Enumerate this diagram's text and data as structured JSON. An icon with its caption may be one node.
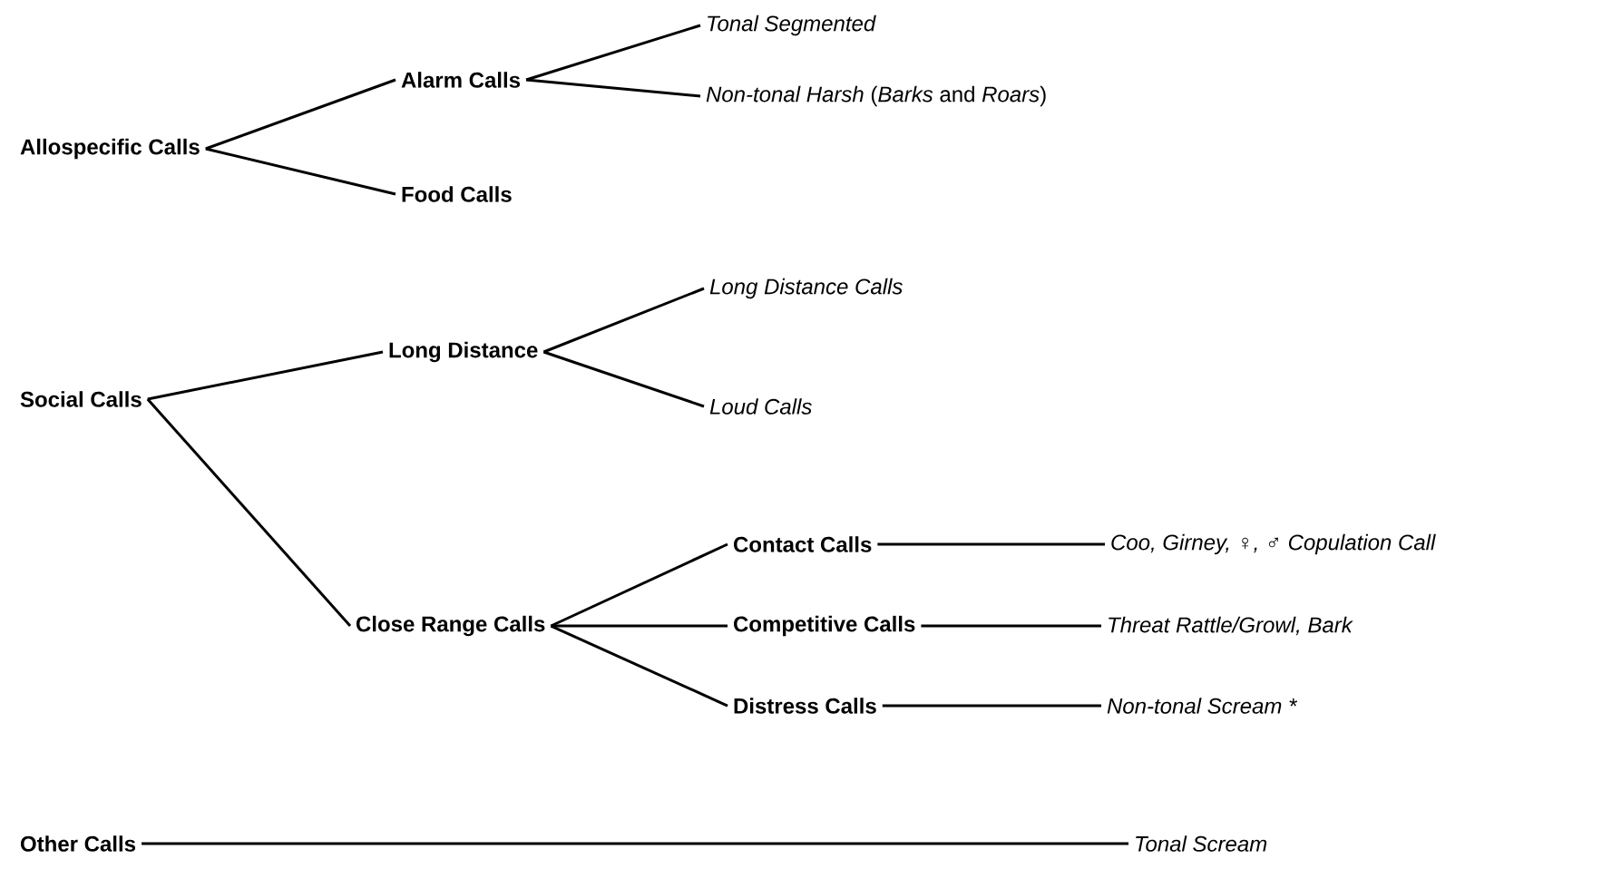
{
  "diagram": {
    "nodes": [
      {
        "text": [
          "Allospecific Calls"
        ]
      },
      {
        "text": [
          "Alarm Calls"
        ]
      },
      {
        "text": [
          "Food Calls"
        ]
      },
      {
        "text": [
          "Tonal Segmented"
        ]
      },
      {
        "text": [
          "*Non-tonal Harsh* (*Barks* and *Roars*)"
        ]
      },
      {
        "text": [
          "Social Calls"
        ]
      },
      {
        "text": [
          "Long Distance"
        ]
      },
      {
        "text": [
          "Long Distance Calls"
        ]
      },
      {
        "text": [
          "Loud Calls"
        ]
      },
      {
        "text": [
          "Close Range Calls"
        ]
      },
      {
        "text": [
          "Contact Calls"
        ]
      },
      {
        "text": [
          "Competitive Calls"
        ]
      },
      {
        "text": [
          "Distress Calls"
        ]
      },
      {
        "text": [
          "Coo, Girney, ♀, ♂ Copulation Call"
        ]
      },
      {
        "text": [
          "Threat Rattle/Growl, Bark"
        ]
      },
      {
        "text": [
          "Non-tonal Scream *"
        ]
      },
      {
        "text": [
          "Other Calls"
        ]
      },
      {
        "text": [
          "Tonal Scream"
        ]
      }
    ],
    "edges": [
      {
        "from": 0,
        "to": 1,
        "arrow": "none"
      },
      {
        "from": 0,
        "to": 2,
        "arrow": "none"
      },
      {
        "from": 1,
        "to": 3,
        "arrow": "none"
      },
      {
        "from": 1,
        "to": 4,
        "arrow": "none"
      },
      {
        "from": 5,
        "to": 6,
        "arrow": "none"
      },
      {
        "from": 5,
        "to": 9,
        "arrow": "none"
      },
      {
        "from": 6,
        "to": 7,
        "arrow": "none"
      },
      {
        "from": 6,
        "to": 8,
        "arrow": "none"
      },
      {
        "from": 9,
        "to": 10,
        "arrow": "none"
      },
      {
        "from": 9,
        "to": 11,
        "arrow": "none"
      },
      {
        "from": 9,
        "to": 12,
        "arrow": "none"
      },
      {
        "from": 10,
        "to": 13,
        "arrow": "none"
      },
      {
        "from": 11,
        "to": 14,
        "arrow": "none"
      },
      {
        "from": 12,
        "to": 15,
        "arrow": "none"
      },
      {
        "from": 16,
        "to": 17,
        "arrow": "none"
      }
    ]
  }
}
